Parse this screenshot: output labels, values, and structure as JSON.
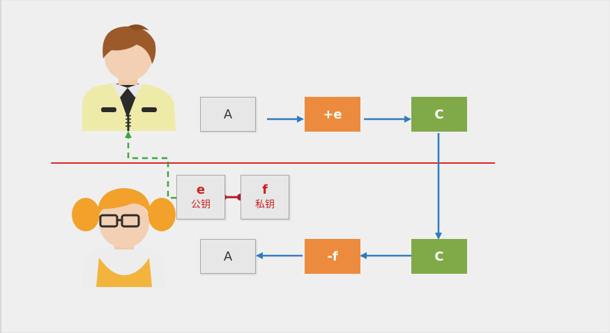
{
  "diagram": {
    "top_flow": {
      "plain": "A",
      "encrypt": "+e",
      "cipher": "C"
    },
    "bottom_flow": {
      "cipher": "C",
      "decrypt": "-f",
      "plain": "A"
    },
    "keys": {
      "public": {
        "letter": "e",
        "label": "公钥"
      },
      "private": {
        "letter": "f",
        "label": "私钥"
      }
    },
    "colors": {
      "orange": "#ec8a3d",
      "green": "#7faa47",
      "flow_arrow": "#2e7bc4",
      "divider": "#e02424",
      "key_link": "#b31b2b",
      "dashed_path": "#3aa83a"
    },
    "icons": [
      "male-user-icon",
      "female-user-icon"
    ]
  }
}
